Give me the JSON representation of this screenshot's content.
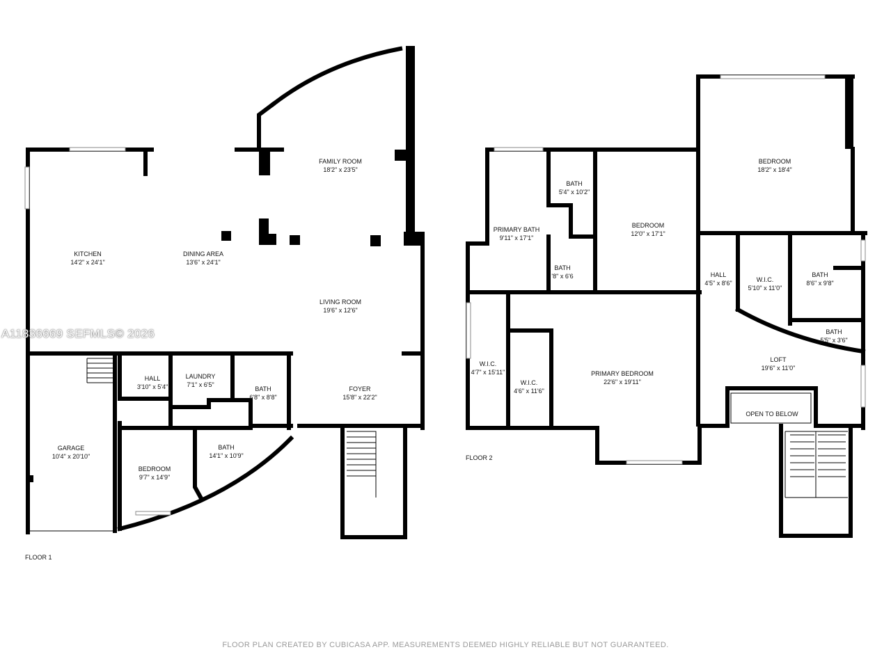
{
  "floor1": {
    "label": "FLOOR 1",
    "rooms": [
      {
        "key": "family_room",
        "name": "FAMILY ROOM",
        "dims": "18'2\" x 23'5\""
      },
      {
        "key": "kitchen",
        "name": "KITCHEN",
        "dims": "14'2\" x 24'1\""
      },
      {
        "key": "dining_area",
        "name": "DINING AREA",
        "dims": "13'6\" x 24'1\""
      },
      {
        "key": "living_room",
        "name": "LIVING ROOM",
        "dims": "19'6\" x 12'6\""
      },
      {
        "key": "hall",
        "name": "HALL",
        "dims": "3'10\" x 5'4\""
      },
      {
        "key": "laundry",
        "name": "LAUNDRY",
        "dims": "7'1\" x 6'5\""
      },
      {
        "key": "bath_a",
        "name": "BATH",
        "dims": "6'8\" x 8'8\""
      },
      {
        "key": "foyer",
        "name": "FOYER",
        "dims": "15'8\" x 22'2\""
      },
      {
        "key": "garage",
        "name": "GARAGE",
        "dims": "10'4\" x 20'10\""
      },
      {
        "key": "bedroom",
        "name": "BEDROOM",
        "dims": "9'7\" x 14'9\""
      },
      {
        "key": "bath_b",
        "name": "BATH",
        "dims": "14'1\" x 10'9\""
      }
    ]
  },
  "floor2": {
    "label": "FLOOR 2",
    "rooms": [
      {
        "key": "bedroom_ne",
        "name": "BEDROOM",
        "dims": "18'2\" x 18'4\""
      },
      {
        "key": "bath_top",
        "name": "BATH",
        "dims": "5'4\" x 10'2\""
      },
      {
        "key": "bedroom_mid",
        "name": "BEDROOM",
        "dims": "12'0\" x 17'1\""
      },
      {
        "key": "primary_bath",
        "name": "PRIMARY BATH",
        "dims": "9'11\" x 17'1\""
      },
      {
        "key": "bath_small",
        "name": "BATH",
        "dims": "'8\" x 6'6"
      },
      {
        "key": "hall",
        "name": "HALL",
        "dims": "4'5\" x 8'6\""
      },
      {
        "key": "wic_a",
        "name": "W.I.C.",
        "dims": "5'10\" x 11'0\""
      },
      {
        "key": "bath_e",
        "name": "BATH",
        "dims": "8'6\" x 9'8\""
      },
      {
        "key": "bath_f",
        "name": "BATH",
        "dims": "5'5\" x 3'6\""
      },
      {
        "key": "loft",
        "name": "LOFT",
        "dims": "19'6\" x 11'0\""
      },
      {
        "key": "wic_b",
        "name": "W.I.C.",
        "dims": "4'7\" x 15'11\""
      },
      {
        "key": "wic_c",
        "name": "W.I.C.",
        "dims": "4'6\" x 11'6\""
      },
      {
        "key": "primary_bedroom",
        "name": "PRIMARY BEDROOM",
        "dims": "22'6\" x 19'11\""
      },
      {
        "key": "open_to_below",
        "name": "OPEN TO BELOW",
        "dims": ""
      }
    ]
  },
  "watermark": "A11836669  SEFMLS© 2026",
  "footer": "FLOOR PLAN CREATED BY CUBICASA APP. MEASUREMENTS DEEMED HIGHLY RELIABLE BUT NOT GUARANTEED.",
  "colors": {
    "wall": "#000000",
    "background": "#ffffff",
    "footer_text": "#9a9a9a"
  }
}
